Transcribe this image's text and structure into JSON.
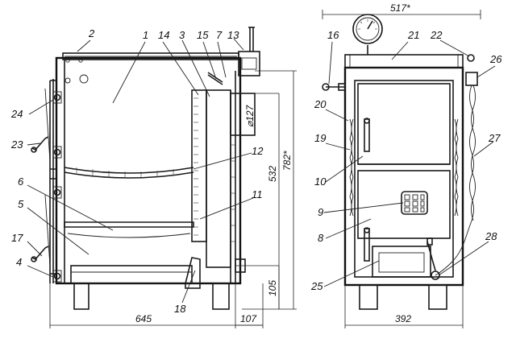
{
  "callouts": {
    "c1": "1",
    "c2": "2",
    "c3": "3",
    "c4": "4",
    "c5": "5",
    "c6": "6",
    "c7": "7",
    "c8": "8",
    "c9": "9",
    "c10": "10",
    "c11": "11",
    "c12": "12",
    "c13": "13",
    "c14": "14",
    "c15": "15",
    "c16": "16",
    "c17": "17",
    "c18": "18",
    "c19": "19",
    "c20": "20",
    "c21": "21",
    "c22": "22",
    "c23": "23",
    "c24": "24",
    "c25": "25",
    "c26": "26",
    "c27": "27",
    "c28": "28"
  },
  "dimensions": {
    "side_width": "645",
    "flue_offset": "107",
    "front_width": "392",
    "top_width": "517*",
    "height_total": "782*",
    "height_body": "532",
    "leg_height": "105",
    "flue_diameter": "⌀127"
  }
}
